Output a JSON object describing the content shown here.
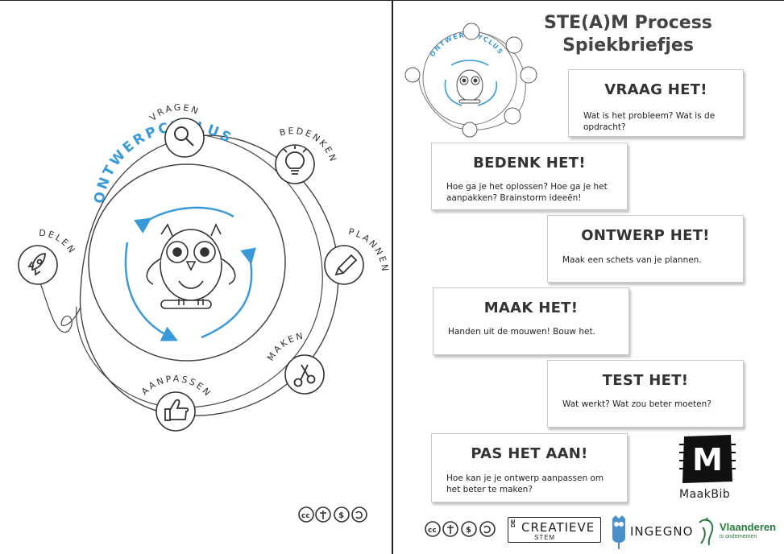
{
  "diagram": {
    "center_label": "ONTWERPCYCLUS",
    "steps": [
      {
        "label": "VRAGEN",
        "icon": "magnifier-icon"
      },
      {
        "label": "BEDENKEN",
        "icon": "lightbulb-icon"
      },
      {
        "label": "PLANNEN",
        "icon": "pencil-icon"
      },
      {
        "label": "MAKEN",
        "icon": "scissors-icon"
      },
      {
        "label": "AANPASSEN",
        "icon": "thumbs-up-icon"
      },
      {
        "label": "DELEN",
        "icon": "rocket-icon"
      }
    ],
    "mascot": "owl-icon",
    "accent_color": "#3a9ad9"
  },
  "sheet": {
    "title_line1": "STE(A)M Process",
    "title_line2": "Spiekbriefjes"
  },
  "cards": [
    {
      "title": "VRAAG HET!",
      "text": "Wat is het probleem?  Wat is de opdracht?"
    },
    {
      "title": "BEDENK HET!",
      "text": "Hoe ga je het oplossen? Hoe ga je het aanpakken?  Brainstorm ideeën!"
    },
    {
      "title": "ONTWERP HET!",
      "text": "Maak een schets van je plannen."
    },
    {
      "title": "MAAK HET!",
      "text": "Handen uit de mouwen!  Bouw het."
    },
    {
      "title": "TEST HET!",
      "text": "Wat werkt? Wat zou beter moeten?"
    },
    {
      "title": "PAS HET AAN!",
      "text": "Hoe kan je je ontwerp aanpassen om het beter te maken?"
    }
  ],
  "logos": {
    "license": "cc-by-nc-sa-icon",
    "creatieve_prefix": "DE",
    "creatieve_main": "CREATIEVE",
    "creatieve_sub": "STEM",
    "ingegno": "INGEGNO",
    "vlaanderen": "Vlaanderen",
    "vlaanderen_sub": "is ondernemen",
    "maakbib_text": "MaakBib",
    "maakbib_letter": "M"
  }
}
